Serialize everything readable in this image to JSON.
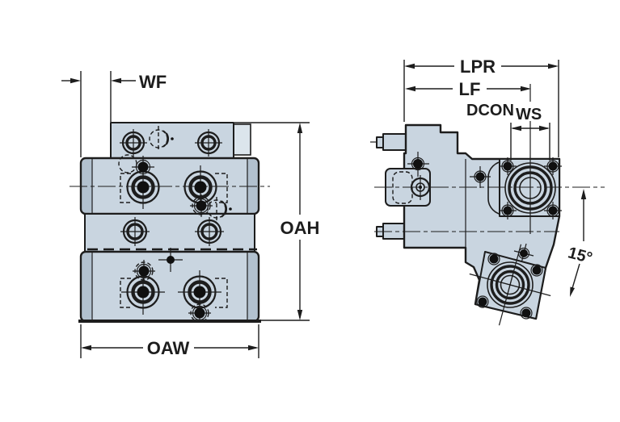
{
  "drawing": {
    "dimension_labels": {
      "wf": "WF",
      "oah": "OAH",
      "oaw": "OAW",
      "lpr": "LPR",
      "lf": "LF",
      "dcon": "DCON",
      "ws": "WS",
      "angle": "15°"
    },
    "colors": {
      "background": "#ffffff",
      "body_fill": "#c9d5e0",
      "edge_shade_fill": "#b2c1cf",
      "back_plate_fill": "#dce5ec",
      "line": "#1d1d1d",
      "bolt_fill": "#101010"
    }
  }
}
